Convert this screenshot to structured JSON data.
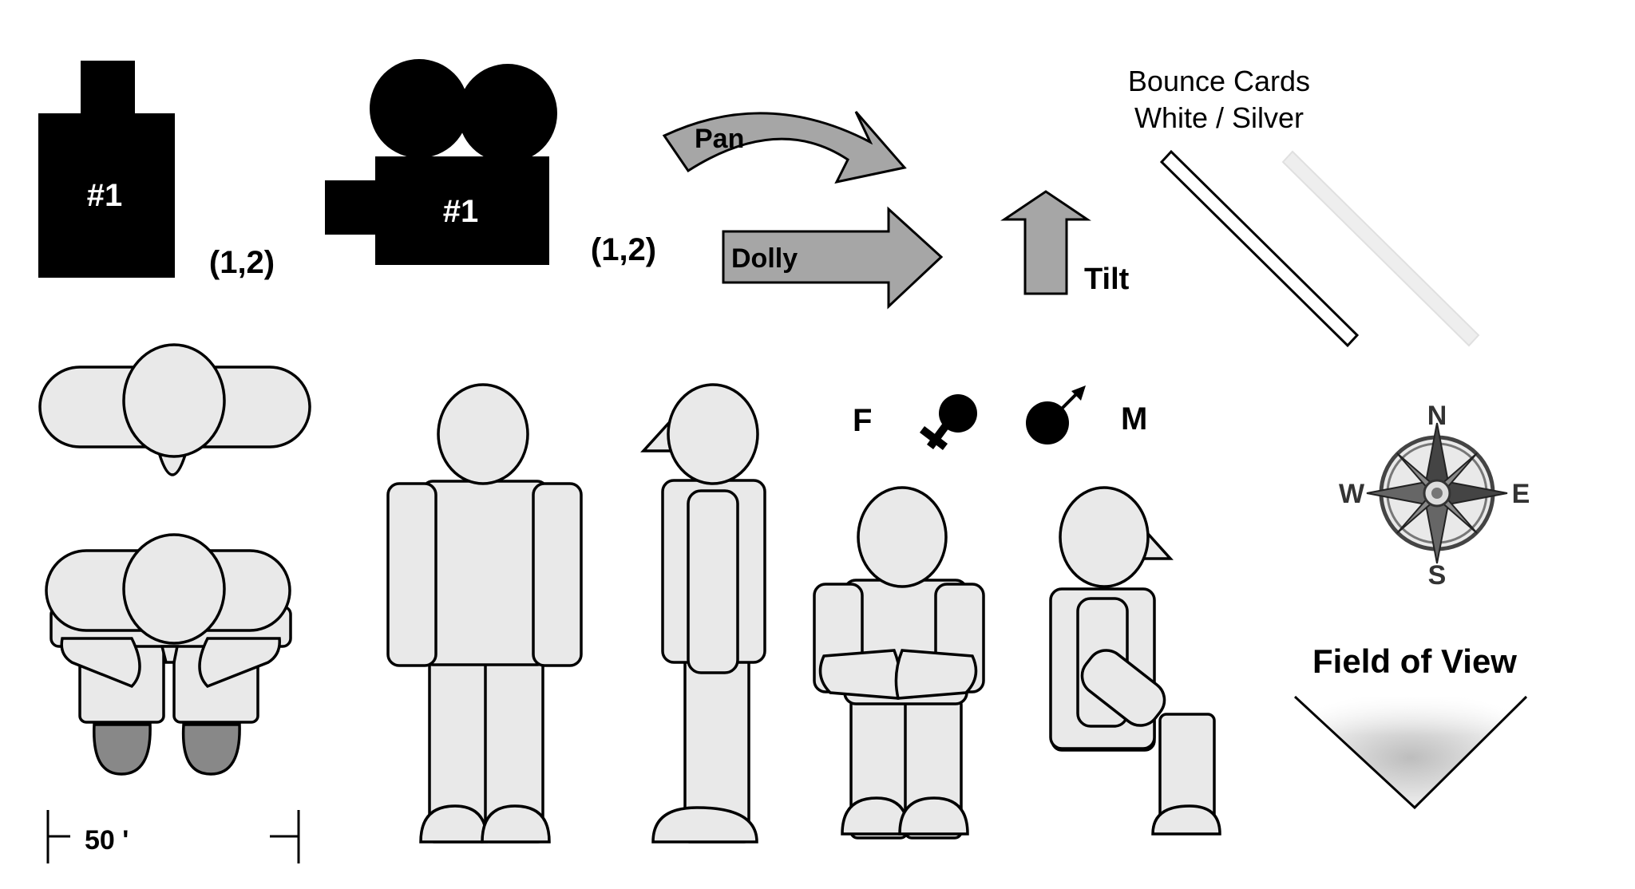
{
  "lights": {
    "light_number": "#1",
    "light_coords": "(1,2)"
  },
  "cameras": {
    "camera_number": "#1",
    "camera_coords": "(1,2)"
  },
  "moves": {
    "pan_label": "Pan",
    "dolly_label": "Dolly",
    "tilt_label": "Tilt"
  },
  "bounce": {
    "title_line1": "Bounce Cards",
    "title_line2": "White / Silver"
  },
  "gender": {
    "female_label": "F",
    "male_label": "M"
  },
  "compass": {
    "north": "N",
    "south": "S",
    "east": "E",
    "west": "W"
  },
  "scale": {
    "label": "50 '"
  },
  "fov": {
    "label": "Field of View"
  },
  "colors": {
    "figure_fill": "#e9e9e9",
    "shoe_fill": "#888888",
    "arrow_fill": "#a6a6a6",
    "ink": "#000000"
  }
}
